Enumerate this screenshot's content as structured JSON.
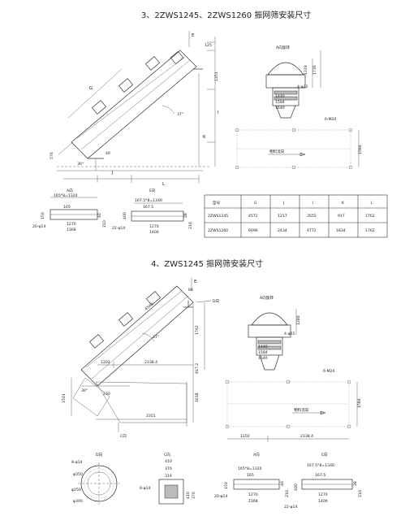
{
  "section3": {
    "title": "3、2ZWS1245、2ZWS1260 振网筛安装尺寸",
    "side_dims": [
      "125",
      "1351",
      "I",
      "G",
      "37°",
      "30°",
      "576",
      "40",
      "J",
      "K",
      "L",
      "E"
    ],
    "direction_labels": [
      "A向旋转",
      "A向",
      "E向"
    ],
    "front_dims": [
      "1319",
      "1730",
      "4-φ22",
      "1440",
      "1584",
      "1640"
    ],
    "plan_dims": [
      "6-M20",
      "1584"
    ],
    "flow_label": "物料流向",
    "a_view": {
      "pitch": "165*8=1320",
      "d1": "165",
      "d2": "1270",
      "d3": "1368",
      "holes": "20-φ14",
      "h1": "150",
      "h2": "40",
      "h3": "210"
    },
    "e_view": {
      "pitch": "167.5*8=1340",
      "d1": "167.5",
      "d2": "1270",
      "d3": "1400",
      "holes": "22-φ14",
      "h1": "400",
      "h2": "28",
      "h3": "210"
    },
    "table": {
      "headers": [
        "型号",
        "G",
        "J",
        "I",
        "K",
        "L"
      ],
      "rows": [
        [
          "2ZWS1245",
          "4572",
          "1217",
          "3555",
          "917",
          "1762"
        ],
        [
          "2ZWS1260",
          "6096",
          "2434",
          "4772",
          "1834",
          "1762"
        ]
      ]
    }
  },
  "section4": {
    "title": "4、ZWS1245 振网筛安装尺寸",
    "side_dims": [
      "68",
      "4546",
      "37°",
      "1762",
      "917.2",
      "1202",
      "2338.4",
      "1618",
      "30°",
      "2351",
      "230",
      "1501",
      "E"
    ],
    "direction_labels": [
      "D向",
      "A向旋转",
      "A向",
      "C向"
    ],
    "front_dims": [
      "1280",
      "4-φ22",
      "1440",
      "1584",
      "1640"
    ],
    "plan_dims": [
      "6-M20",
      "1584",
      "1202",
      "2338.4"
    ],
    "flow_label": "物料流向",
    "d_view": {
      "title": "D向",
      "bolts": "8-φ14",
      "d1": "φ350",
      "d2": "φ250",
      "d3": "φ300"
    },
    "c_view": {
      "title": "C向",
      "w1": "410",
      "w2": "370",
      "w3": "314",
      "holes": "8-φ14",
      "h1": "410",
      "h2": "370"
    },
    "a_view": {
      "title": "A向",
      "pitch": "165*8=1320",
      "d1": "165",
      "d2": "1270",
      "d3": "1368",
      "holes": "20-φ14",
      "h1": "150",
      "h2": "40",
      "h3": "210"
    },
    "e_view": {
      "title": "E向",
      "pitch": "167.5*8=1340",
      "d1": "167.5",
      "d2": "1270",
      "d3": "1400",
      "holes": "22-φ14",
      "h1": "400",
      "h2": "28",
      "h3": "210"
    }
  }
}
